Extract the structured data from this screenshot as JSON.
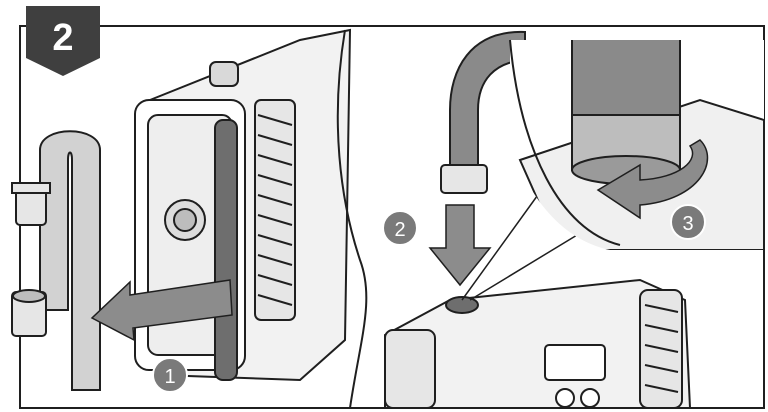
{
  "step_number": "2",
  "callouts": [
    {
      "label": "1"
    },
    {
      "label": "2"
    },
    {
      "label": "3"
    }
  ],
  "colors": {
    "badge_fill": "#3f3f3f",
    "badge_text": "#ffffff",
    "line": "#1f1f1f",
    "hose_fill": "#d2d2d2",
    "part_fill": "#e6e6e6",
    "dark_part": "#6e6e6e",
    "arrow_fill": "#8c8c8c",
    "callout_fill": "#7a7a7a",
    "callout_text": "#ffffff"
  }
}
